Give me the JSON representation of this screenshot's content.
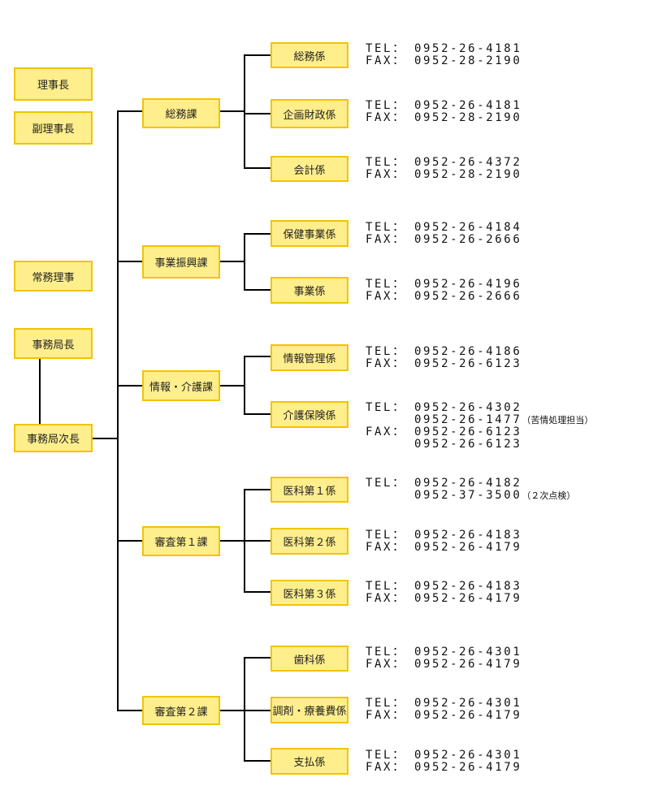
{
  "leaders": {
    "chairman": "理事長",
    "vice_chairman": "副理事長",
    "executive_director": "常務理事",
    "secretary_general": "事務局長",
    "deputy_secretary_general": "事務局次長"
  },
  "divisions": [
    {
      "name": "総務課",
      "sections": [
        {
          "name": "総務係",
          "contacts": [
            {
              "label": "TEL：",
              "number": "0952-26-4181"
            },
            {
              "label": "FAX：",
              "number": "0952-28-2190"
            }
          ]
        },
        {
          "name": "企画財政係",
          "contacts": [
            {
              "label": "TEL：",
              "number": "0952-26-4181"
            },
            {
              "label": "FAX：",
              "number": "0952-28-2190"
            }
          ]
        },
        {
          "name": "会計係",
          "contacts": [
            {
              "label": "TEL：",
              "number": "0952-26-4372"
            },
            {
              "label": "FAX：",
              "number": "0952-28-2190"
            }
          ]
        }
      ]
    },
    {
      "name": "事業振興課",
      "sections": [
        {
          "name": "保健事業係",
          "contacts": [
            {
              "label": "TEL：",
              "number": "0952-26-4184"
            },
            {
              "label": "FAX：",
              "number": "0952-26-2666"
            }
          ]
        },
        {
          "name": "事業係",
          "contacts": [
            {
              "label": "TEL：",
              "number": "0952-26-4196"
            },
            {
              "label": "FAX：",
              "number": "0952-26-2666"
            }
          ]
        }
      ]
    },
    {
      "name": "情報・介護課",
      "sections": [
        {
          "name": "情報管理係",
          "contacts": [
            {
              "label": "TEL：",
              "number": "0952-26-4186"
            },
            {
              "label": "FAX：",
              "number": "0952-26-6123"
            }
          ]
        },
        {
          "name": "介護保険係",
          "contacts": [
            {
              "label": "TEL：",
              "number": "0952-26-4302"
            },
            {
              "label": "",
              "number": "0952-26-1477",
              "note": "（苦情処理担当）"
            },
            {
              "label": "FAX：",
              "number": "0952-26-6123"
            },
            {
              "label": "",
              "number": "0952-26-6123"
            }
          ]
        }
      ]
    },
    {
      "name": "審査第１課",
      "sections": [
        {
          "name": "医科第１係",
          "contacts": [
            {
              "label": "TEL：",
              "number": "0952-26-4182"
            },
            {
              "label": "",
              "number": "0952-37-3500",
              "note": "（２次点検）"
            }
          ]
        },
        {
          "name": "医科第２係",
          "contacts": [
            {
              "label": "TEL：",
              "number": "0952-26-4183"
            },
            {
              "label": "FAX：",
              "number": "0952-26-4179"
            }
          ]
        },
        {
          "name": "医科第３係",
          "contacts": [
            {
              "label": "TEL：",
              "number": "0952-26-4183"
            },
            {
              "label": "FAX：",
              "number": "0952-26-4179"
            }
          ]
        }
      ]
    },
    {
      "name": "審査第２課",
      "sections": [
        {
          "name": "歯科係",
          "contacts": [
            {
              "label": "TEL：",
              "number": "0952-26-4301"
            },
            {
              "label": "FAX：",
              "number": "0952-26-4179"
            }
          ]
        },
        {
          "name": "調剤・療養費係",
          "contacts": [
            {
              "label": "TEL：",
              "number": "0952-26-4301"
            },
            {
              "label": "FAX：",
              "number": "0952-26-4179"
            }
          ]
        },
        {
          "name": "支払係",
          "contacts": [
            {
              "label": "TEL：",
              "number": "0952-26-4301"
            },
            {
              "label": "FAX：",
              "number": "0952-26-4179"
            }
          ]
        }
      ]
    }
  ]
}
